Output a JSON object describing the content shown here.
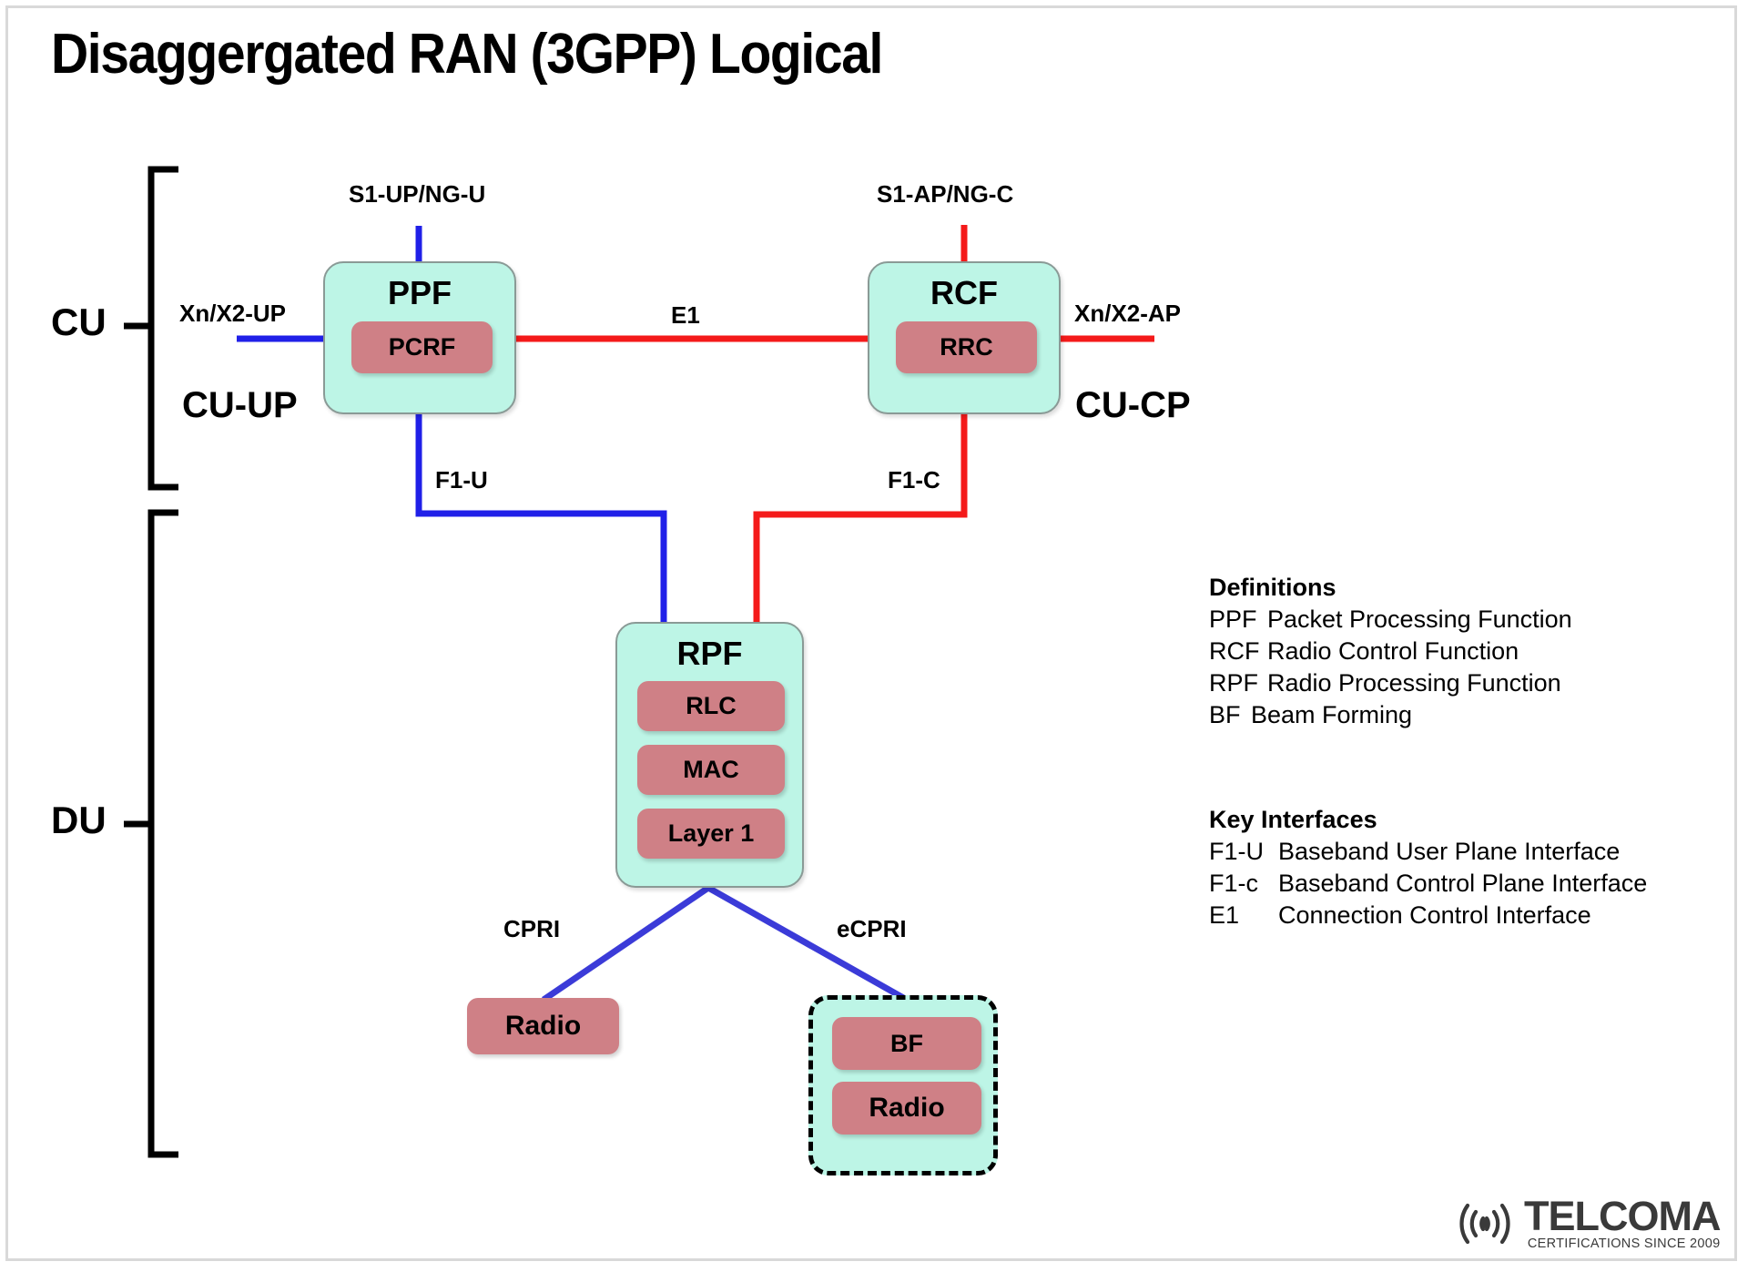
{
  "title": "Disaggergated RAN (3GPP) Logical",
  "colors": {
    "user_plane": "#2020e8",
    "control_plane": "#f41a1a",
    "box_fill": "#bdf5e6",
    "box_border": "#8a9a96",
    "subblock_fill": "#cf8086",
    "frame": "#d9d9d9",
    "text": "#000000"
  },
  "brackets": {
    "cu": {
      "label": "CU"
    },
    "du": {
      "label": "DU"
    }
  },
  "nodes": {
    "ppf": {
      "title": "PPF",
      "sub": [
        "PCRF"
      ],
      "plane_label": "CU-UP"
    },
    "rcf": {
      "title": "RCF",
      "sub": [
        "RRC"
      ],
      "plane_label": "CU-CP"
    },
    "rpf": {
      "title": "RPF",
      "sub": [
        "RLC",
        "MAC",
        "Layer 1"
      ]
    },
    "radio": {
      "label": "Radio"
    },
    "ru_group": {
      "sub": [
        "BF",
        "Radio"
      ]
    }
  },
  "links": [
    {
      "name": "s1-up-ng-u",
      "label": "S1-UP/NG-U",
      "plane": "user"
    },
    {
      "name": "s1-ap-ng-c",
      "label": "S1-AP/NG-C",
      "plane": "control"
    },
    {
      "name": "xn-x2-up",
      "label": "Xn/X2-UP",
      "plane": "user"
    },
    {
      "name": "xn-x2-ap",
      "label": "Xn/X2-AP",
      "plane": "control"
    },
    {
      "name": "e1",
      "label": "E1",
      "plane": "control"
    },
    {
      "name": "f1-u",
      "label": "F1-U",
      "plane": "user"
    },
    {
      "name": "f1-c",
      "label": "F1-C",
      "plane": "control"
    },
    {
      "name": "cpri",
      "label": "CPRI",
      "plane": "user"
    },
    {
      "name": "ecpri",
      "label": "eCPRI",
      "plane": "user"
    }
  ],
  "legend": {
    "definitions": {
      "heading": "Definitions",
      "rows": [
        {
          "key": "PPF",
          "def": "Packet Processing Function"
        },
        {
          "key": "RCF",
          "def": "Radio Control Function"
        },
        {
          "key": "RPF",
          "def": "Radio Processing Function"
        },
        {
          "key": "BF",
          "def": "Beam Forming"
        }
      ]
    },
    "interfaces": {
      "heading": "Key Interfaces",
      "rows": [
        {
          "key": "F1-U",
          "def": "Baseband User Plane Interface"
        },
        {
          "key": "F1-c",
          "def": "Baseband Control Plane Interface"
        },
        {
          "key": "E1",
          "def": "Connection Control Interface"
        }
      ]
    }
  },
  "logo": {
    "name": "TELCOMA",
    "tagline": "CERTIFICATIONS SINCE 2009"
  }
}
